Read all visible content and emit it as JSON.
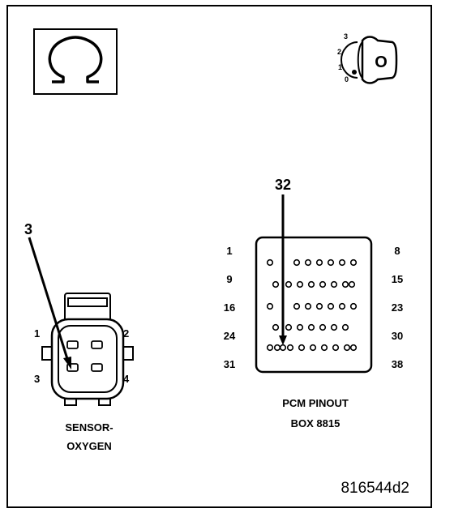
{
  "ohm_icon": {
    "icon": "ohm-symbol-icon",
    "glyph": "Ω"
  },
  "ignition_icon": {
    "icon": "ignition-key-switch-icon",
    "positions": [
      "3",
      "2",
      "1",
      "0"
    ],
    "key_label": "O"
  },
  "oxygen_sensor": {
    "pointer_label": "3",
    "pin_labels": [
      "1",
      "2",
      "3",
      "4"
    ],
    "caption_line1": "SENSOR-",
    "caption_line2": "OXYGEN"
  },
  "pcm": {
    "pointer_label": "32",
    "row_labels_left": [
      "1",
      "9",
      "16",
      "24",
      "31"
    ],
    "row_labels_right": [
      "8",
      "15",
      "23",
      "30",
      "38"
    ],
    "caption_line1": "PCM PINOUT",
    "caption_line2": "BOX 8815"
  },
  "figure_id": "816544d2"
}
